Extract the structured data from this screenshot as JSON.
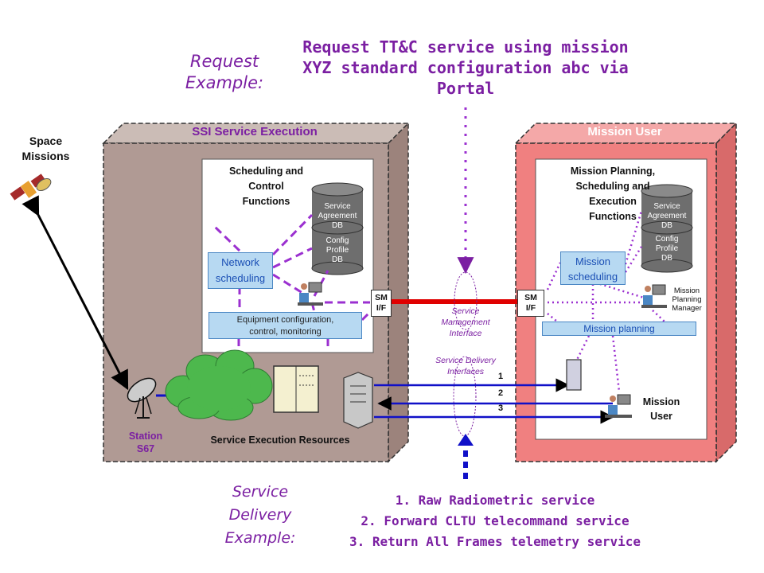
{
  "request": {
    "label_line1": "Request",
    "label_line2": "Example:",
    "text_line1": "Request TT&C service using mission",
    "text_line2": "XYZ standard configuration abc via",
    "text_line3": "Portal"
  },
  "space_missions": {
    "line1": "Space",
    "line2": "Missions"
  },
  "ssi": {
    "title": "SSI Service Execution",
    "panel_title_line1": "Scheduling and",
    "panel_title_line2": "Control",
    "panel_title_line3": "Functions",
    "db_agreement": [
      "Service",
      "Agreement",
      "DB"
    ],
    "db_config": [
      "Config",
      "Profile",
      "DB"
    ],
    "network_scheduling_line1": "Network",
    "network_scheduling_line2": "scheduling",
    "equipment_line1": "Equipment configuration,",
    "equipment_line2": "control, monitoring",
    "sm_if_line1": "SM",
    "sm_if_line2": "I/F",
    "station_line1": "Station",
    "station_line2": "S67",
    "resources_label": "Service Execution Resources"
  },
  "interfaces": {
    "management_line1": "Service",
    "management_line2": "Management",
    "management_line3": "Interface",
    "delivery_line1": "Service Delivery",
    "delivery_line2": "Interfaces",
    "numbers": [
      "1",
      "2",
      "3"
    ]
  },
  "mission_user": {
    "title": "Mission User",
    "panel_title_line1": "Mission Planning,",
    "panel_title_line2": "Scheduling and",
    "panel_title_line3": "Execution",
    "panel_title_line4": "Functions",
    "db_agreement": [
      "Service",
      "Agreement",
      "DB"
    ],
    "db_config": [
      "Config",
      "Profile",
      "DB"
    ],
    "mission_scheduling_line1": "Mission",
    "mission_scheduling_line2": "scheduling",
    "planning_manager": [
      "Mission",
      "Planning",
      "Manager"
    ],
    "mission_planning": "Mission planning",
    "sm_if_line1": "SM",
    "sm_if_line2": "I/F",
    "user_line1": "Mission",
    "user_line2": "User"
  },
  "delivery": {
    "label_line1": "Service",
    "label_line2": "Delivery",
    "label_line3": "Example:",
    "items": [
      "1. Raw Radiometric service",
      "2. Forward CLTU telecommand service",
      "3. Return All Frames telemetry service"
    ]
  },
  "colors": {
    "accent_purple": "#7b1fa2",
    "ssi_box": "#b09a94",
    "mission_box": "#f08080",
    "link_blue": "#1010c8",
    "management_red": "#e00000"
  }
}
